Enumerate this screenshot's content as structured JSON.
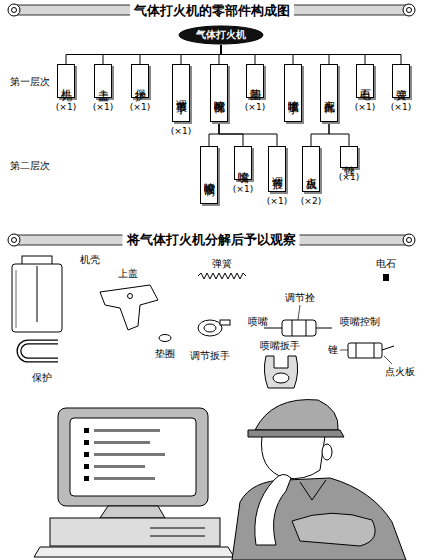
{
  "diagram": {
    "title": "气体打火机的零部件构成图",
    "nodes": [
      {
        "text": [
          "气体打火机"
        ]
      },
      {
        "text": [
          "机壳"
        ]
      },
      {
        "text": [
          "上盖"
        ]
      },
      {
        "text": [
          "保护"
        ]
      },
      {
        "text": [
          "调节扳手"
        ]
      },
      {
        "text": [
          "喷嘴配件"
        ]
      },
      {
        "text": [
          "垫圈"
        ]
      },
      {
        "text": [
          "喷嘴扳手"
        ]
      },
      {
        "text": [
          "点火配件"
        ]
      },
      {
        "text": [
          "电石"
        ]
      },
      {
        "text": [
          "弹簧"
        ]
      },
      {
        "text": [
          "喷嘴控制"
        ]
      },
      {
        "text": [
          "喷嘴"
        ]
      },
      {
        "text": [
          "调节拴"
        ]
      },
      {
        "text": [
          "点火板"
        ]
      },
      {
        "text": [
          "锉"
        ]
      }
    ],
    "edges": [
      {
        "from": 0,
        "to": 1,
        "arrow": "none"
      },
      {
        "from": 0,
        "to": 2,
        "arrow": "none"
      },
      {
        "from": 0,
        "to": 3,
        "arrow": "none"
      },
      {
        "from": 0,
        "to": 4,
        "arrow": "none"
      },
      {
        "from": 0,
        "to": 5,
        "arrow": "none"
      },
      {
        "from": 0,
        "to": 6,
        "arrow": "none"
      },
      {
        "from": 0,
        "to": 7,
        "arrow": "none"
      },
      {
        "from": 0,
        "to": 8,
        "arrow": "none"
      },
      {
        "from": 0,
        "to": 9,
        "arrow": "none"
      },
      {
        "from": 0,
        "to": 10,
        "arrow": "none"
      },
      {
        "from": 5,
        "to": 11,
        "arrow": "none"
      },
      {
        "from": 5,
        "to": 12,
        "arrow": "none"
      },
      {
        "from": 5,
        "to": 13,
        "arrow": "none"
      },
      {
        "from": 8,
        "to": 14,
        "arrow": "none"
      },
      {
        "from": 8,
        "to": 15,
        "arrow": "none"
      }
    ],
    "labels": [
      "第一层次",
      "(×1)",
      "(×1)",
      "(×1)",
      "(×1)",
      "(×1)",
      "(×1)",
      "(×1)",
      "第二层次",
      "(×1)",
      "(×1)",
      "(×2)",
      "(×1)",
      "将气体打火机分解后予以观察",
      "机壳",
      "上盖",
      "弹簧",
      "电石",
      "调节拴",
      "喷嘴",
      "喷嘴控制",
      "保护",
      "垫圈",
      "调节扳手",
      "喷嘴扳手",
      "锉",
      "点火板"
    ]
  }
}
